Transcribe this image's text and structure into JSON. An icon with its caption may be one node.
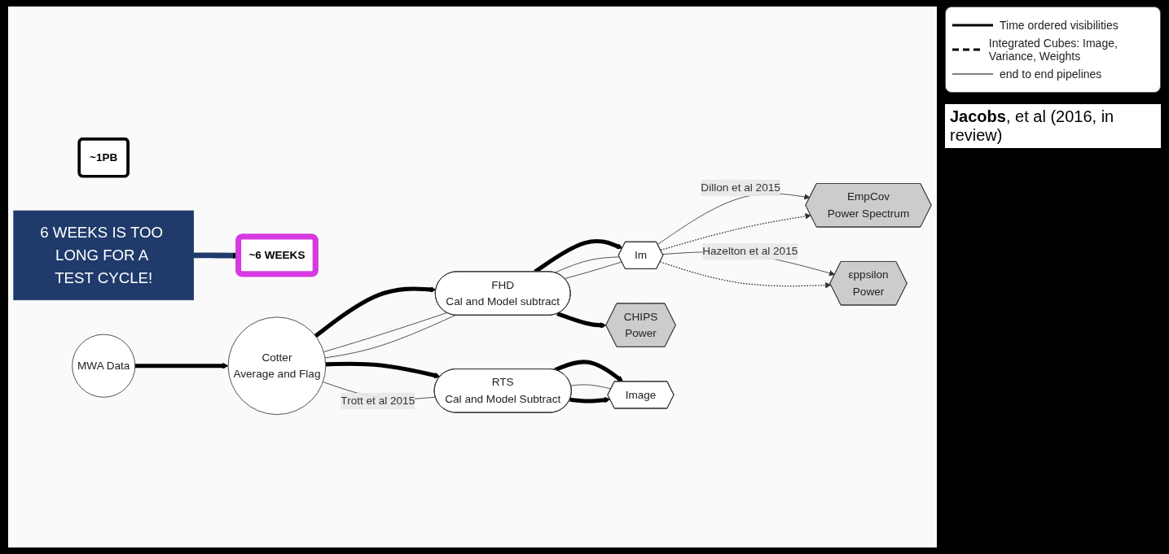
{
  "diagram": {
    "nodes": [
      {
        "text": [
          "~1PB"
        ]
      },
      {
        "text": [
          "~6 WEEKS"
        ]
      },
      {
        "text": [
          "MWA Data"
        ]
      },
      {
        "text": [
          "Cotter",
          "Average and Flag"
        ]
      },
      {
        "text": [
          "FHD",
          "Cal and Model subtract"
        ]
      },
      {
        "text": [
          "Im"
        ]
      },
      {
        "text": [
          "EmpCov",
          "Power Spectrum"
        ]
      },
      {
        "text": [
          "CHIPS",
          "Power"
        ]
      },
      {
        "text": [
          "εppsilon",
          "Power"
        ]
      },
      {
        "text": [
          "RTS",
          "Cal and Model Subtract"
        ]
      },
      {
        "text": [
          "Image"
        ]
      },
      {
        "text": [
          "6 WEEKS IS TOO LONG FOR A TEST CYCLE!"
        ]
      }
    ],
    "edges": [
      {
        "from": 2,
        "to": 3,
        "arrow": "to",
        "style": "thick"
      },
      {
        "from": 3,
        "to": 4,
        "arrow": "to",
        "style": "thick"
      },
      {
        "from": 3,
        "to": 4,
        "arrow": "none"
      },
      {
        "from": 3,
        "to": 4,
        "arrow": "none"
      },
      {
        "from": 4,
        "to": 5,
        "arrow": "to",
        "style": "thick"
      },
      {
        "from": 4,
        "to": 5,
        "arrow": "none"
      },
      {
        "from": 4,
        "to": 5,
        "arrow": "none"
      },
      {
        "from": 4,
        "to": 7,
        "arrow": "to",
        "style": "thick"
      },
      {
        "from": 3,
        "to": 9,
        "arrow": "to",
        "style": "thick"
      },
      {
        "from": 3,
        "to": 9,
        "arrow": "none",
        "label": "Trott et al 2015"
      },
      {
        "from": 5,
        "to": 6,
        "arrow": "to",
        "label": "Dillon et al 2015"
      },
      {
        "from": 5,
        "to": 6,
        "arrow": "to",
        "style": "dashed"
      },
      {
        "from": 5,
        "to": 8,
        "arrow": "to",
        "label": "Hazelton et al 2015"
      },
      {
        "from": 5,
        "to": 8,
        "arrow": "to",
        "style": "dashed"
      },
      {
        "from": 9,
        "to": 10,
        "arrow": "to",
        "style": "thick"
      },
      {
        "from": 9,
        "to": 10,
        "arrow": "none"
      },
      {
        "from": 9,
        "to": 10,
        "arrow": "to",
        "style": "thick"
      },
      {
        "from": 11,
        "to": 1,
        "arrow": "to",
        "style": "thick",
        "color": "#1f3a6b"
      }
    ],
    "labels": [
      "**Jacobs**, et al (2016, in review)"
    ],
    "legend": [
      {
        "text": "Time ordered visibilities"
      },
      {
        "text": "Integrated Cubes: Image, Variance, Weights"
      },
      {
        "text": "end to end pipelines"
      }
    ]
  }
}
